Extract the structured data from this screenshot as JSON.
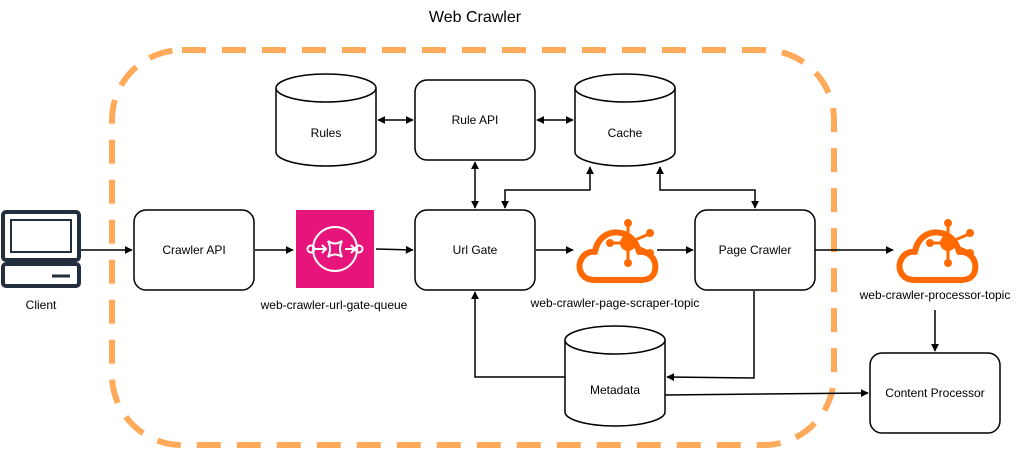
{
  "diagram": {
    "title": "Web Crawler",
    "nodes": {
      "client": "Client",
      "crawler_api": "Crawler API",
      "url_gate_queue": "web-crawler-url-gate-queue",
      "url_gate": "Url Gate",
      "rules": "Rules",
      "rule_api": "Rule API",
      "cache": "Cache",
      "page_scraper_topic": "web-crawler-page-scraper-topic",
      "page_crawler": "Page Crawler",
      "processor_topic": "web-crawler-processor-topic",
      "content_processor": "Content Processor",
      "metadata": "Metadata"
    },
    "edges": [
      {
        "from": "Client",
        "to": "Crawler API"
      },
      {
        "from": "Crawler API",
        "to": "web-crawler-url-gate-queue"
      },
      {
        "from": "web-crawler-url-gate-queue",
        "to": "Url Gate"
      },
      {
        "from": "Rules",
        "to": "Rule API",
        "bidirectional": true
      },
      {
        "from": "Rule API",
        "to": "Cache",
        "bidirectional": true
      },
      {
        "from": "Rule API",
        "to": "Url Gate",
        "bidirectional": true
      },
      {
        "from": "Cache",
        "to": "Url Gate",
        "bidirectional": true
      },
      {
        "from": "Cache",
        "to": "Page Crawler",
        "bidirectional": true
      },
      {
        "from": "Url Gate",
        "to": "web-crawler-page-scraper-topic"
      },
      {
        "from": "web-crawler-page-scraper-topic",
        "to": "Page Crawler"
      },
      {
        "from": "Page Crawler",
        "to": "web-crawler-processor-topic"
      },
      {
        "from": "web-crawler-processor-topic",
        "to": "Content Processor"
      },
      {
        "from": "Page Crawler",
        "to": "Metadata"
      },
      {
        "from": "Metadata",
        "to": "Url Gate"
      },
      {
        "from": "Metadata",
        "to": "Content Processor"
      }
    ],
    "colors": {
      "boundary": "#FFAA5A",
      "queue_icon": "#E7157B",
      "topic_icon": "#FF6A00",
      "stroke": "#000000"
    },
    "icons": {
      "client": "desktop-computer-icon",
      "queue": "sqs-queue-icon",
      "topic": "cloud-topic-icon"
    }
  }
}
